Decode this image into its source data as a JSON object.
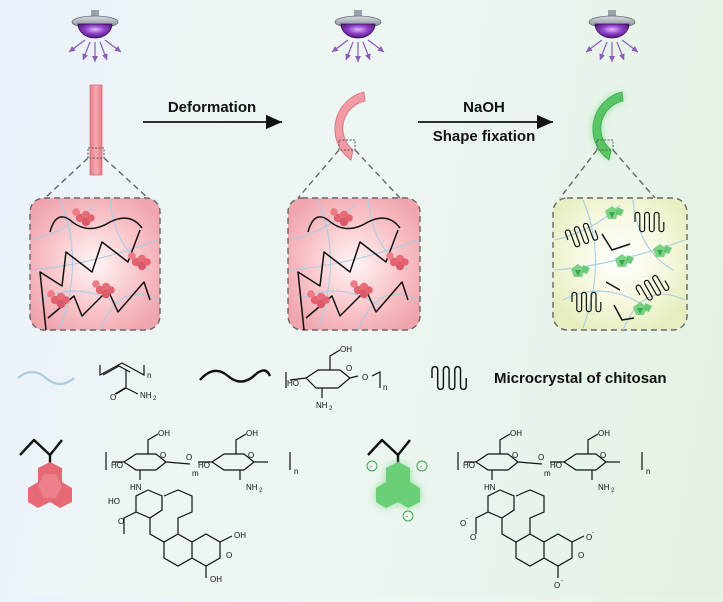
{
  "steps": {
    "deformation": "Deformation",
    "naoh": "NaOH",
    "shape_fixation": "Shape fixation"
  },
  "legend": {
    "microcrystal": "Microcrystal of chitosan"
  },
  "chem": {
    "n": "n",
    "m": "m",
    "o": "O",
    "nh2": "NH",
    "sub2": "2",
    "oh": "OH",
    "ho": "HO",
    "hn": "HN",
    "ominus_label": "O",
    "minus": "-"
  },
  "colors": {
    "pink": "#ee8a93",
    "pink_dark": "#d85a68",
    "green": "#5bc66a",
    "green_dark": "#3aa64b",
    "lamp_purple": "#7a3fb0",
    "net_blue": "#a9cde3"
  },
  "icons": [
    "uv-lamp-icon",
    "ray-arrow-icon",
    "strip-sample-icon",
    "curved-sample-icon",
    "fluorophore-icon"
  ]
}
